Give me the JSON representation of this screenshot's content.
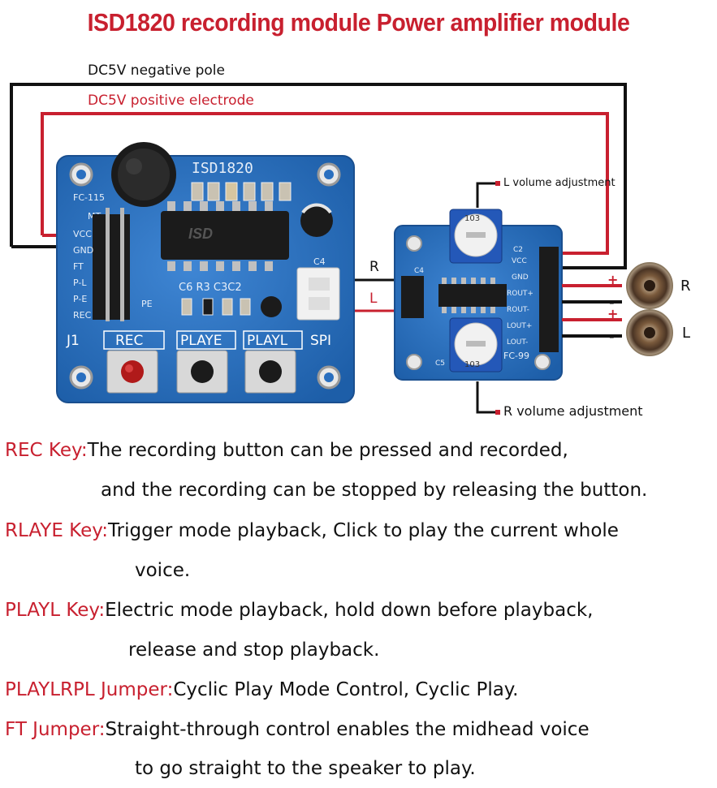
{
  "title": "ISD1820 recording module  Power amplifier module",
  "labels": {
    "dc_negative": "DC5V negative pole",
    "dc_positive": "DC5V positive electrode",
    "l_volume": "L volume adjustment",
    "r_volume": "R volume adjustment",
    "wire_r": "R",
    "wire_l": "L",
    "spk_r": "R",
    "spk_l": "L",
    "plus": "+",
    "minus": "-"
  },
  "board1": {
    "chip_label": "ISD1820",
    "model": "FC-115",
    "chip_text": "ISD",
    "part_labels": "C6 R3 C3C2",
    "c4": "C4",
    "pins": [
      "VCC",
      "GND",
      "FT",
      "P-L",
      "P-E",
      "REC"
    ],
    "mt": "MT",
    "j1": "J1",
    "rec": "REC",
    "playe": "PLAYE",
    "playl": "PLAYL",
    "spi": "SPI",
    "pe": "PE"
  },
  "board2": {
    "model": "FC-99",
    "pot_top": "103",
    "pot_bottom": "103",
    "c2": "C2",
    "c4": "C4",
    "c5": "C5",
    "pins": [
      "VCC",
      "GND",
      "ROUT+",
      "ROUT-",
      "LOUT+",
      "LOUT-"
    ]
  },
  "descriptions": [
    {
      "key": "REC Key:",
      "text": "The recording button can be pressed and recorded,",
      "cont": "and the recording can be stopped by releasing the button."
    },
    {
      "key": "RLAYE Key:",
      "text": "Trigger mode playback, Click to play the current whole",
      "cont": "voice."
    },
    {
      "key": "PLAYL Key:",
      "text": "Electric mode playback, hold down before playback,",
      "cont": "release and stop playback."
    },
    {
      "key": "PLAYLRPL Jumper:",
      "text": "Cyclic Play Mode Control, Cyclic Play.",
      "cont": ""
    },
    {
      "key": "FT Jumper:",
      "text": "Straight-through control enables the midhead voice",
      "cont": "to go straight to the speaker to play."
    }
  ],
  "colors": {
    "accent_red": "#c8202f",
    "board_blue": "#2a6fbf",
    "wire_black": "#111111"
  }
}
